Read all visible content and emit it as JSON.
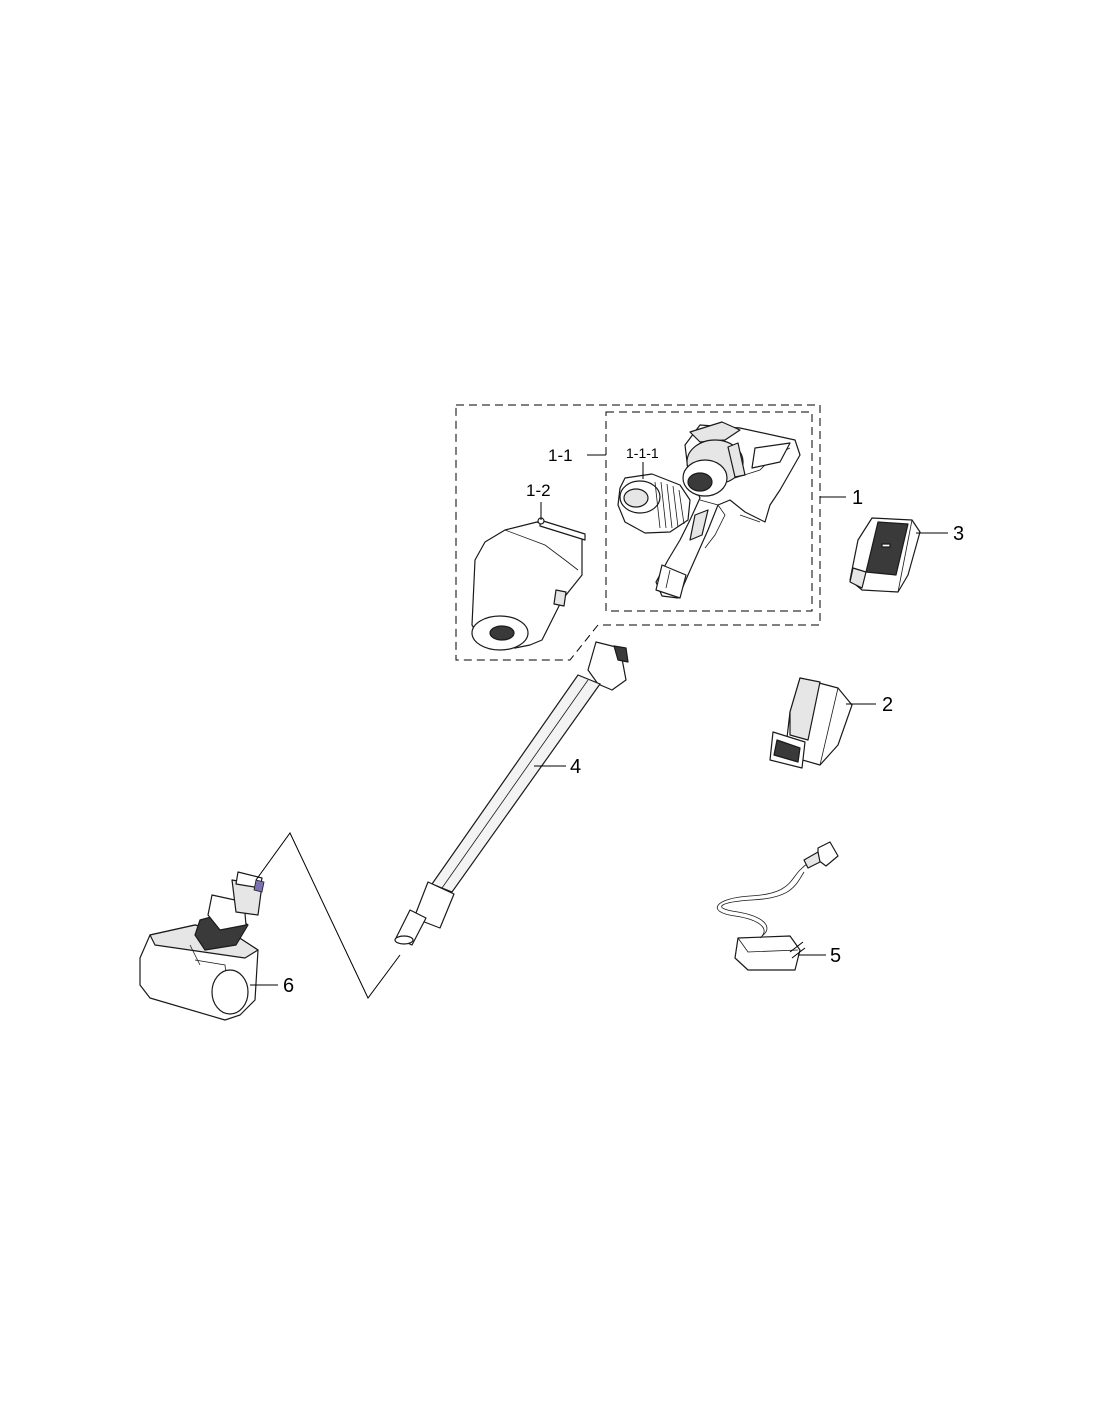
{
  "diagram": {
    "type": "exploded-parts-view",
    "callouts": {
      "assembly": "1",
      "main_body": "1-1",
      "filter": "1-1-1",
      "dust_bin": "1-2",
      "battery_large": "2",
      "battery_small": "3",
      "extension_pipe": "4",
      "charger": "5",
      "brush_head": "6"
    }
  }
}
